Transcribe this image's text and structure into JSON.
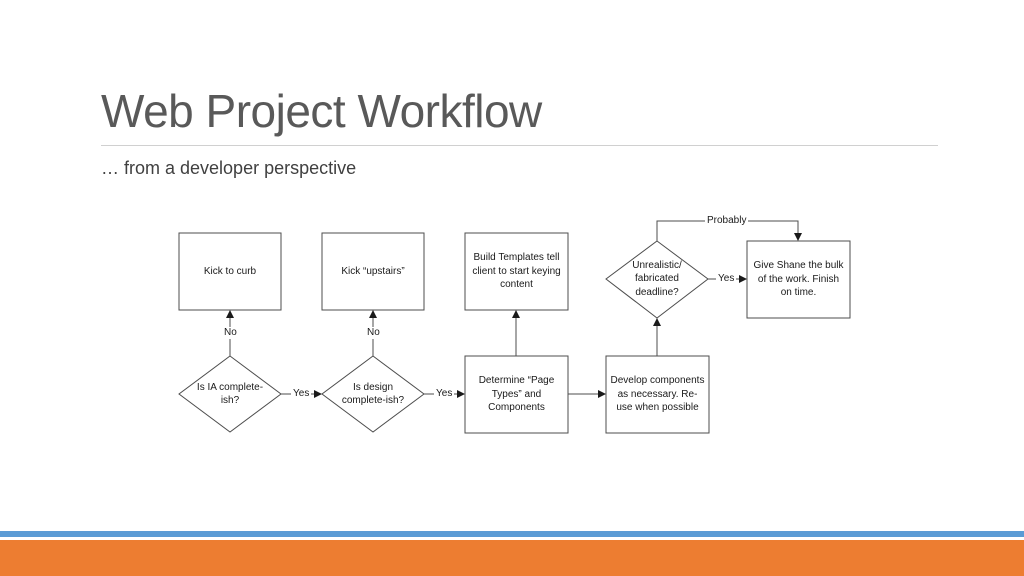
{
  "slide": {
    "title": "Web Project Workflow",
    "subtitle": "… from a developer perspective"
  },
  "nodes": {
    "kick_to_curb": "Kick to curb",
    "kick_upstairs": "Kick “upstairs”",
    "build_templates": "Build Templates tell client to start keying content",
    "unrealistic_deadline": "Unrealistic/ fabricated deadline?",
    "give_shane": "Give Shane the bulk of the work. Finish on time.",
    "ia_complete": "Is IA complete-ish?",
    "design_complete": "Is design complete-ish?",
    "determine_page_types": "Determine “Page Types” and Components",
    "develop_components": "Develop components as necessary. Re-use when possible"
  },
  "edges": {
    "ia_no": "No",
    "design_no": "No",
    "ia_yes": "Yes",
    "design_yes": "Yes",
    "deadline_yes": "Yes",
    "probably": "Probably"
  },
  "colors": {
    "line": "#4d4d4d",
    "title": "#595959",
    "band_blue": "#5b9bd5",
    "band_orange": "#ed7d31"
  }
}
